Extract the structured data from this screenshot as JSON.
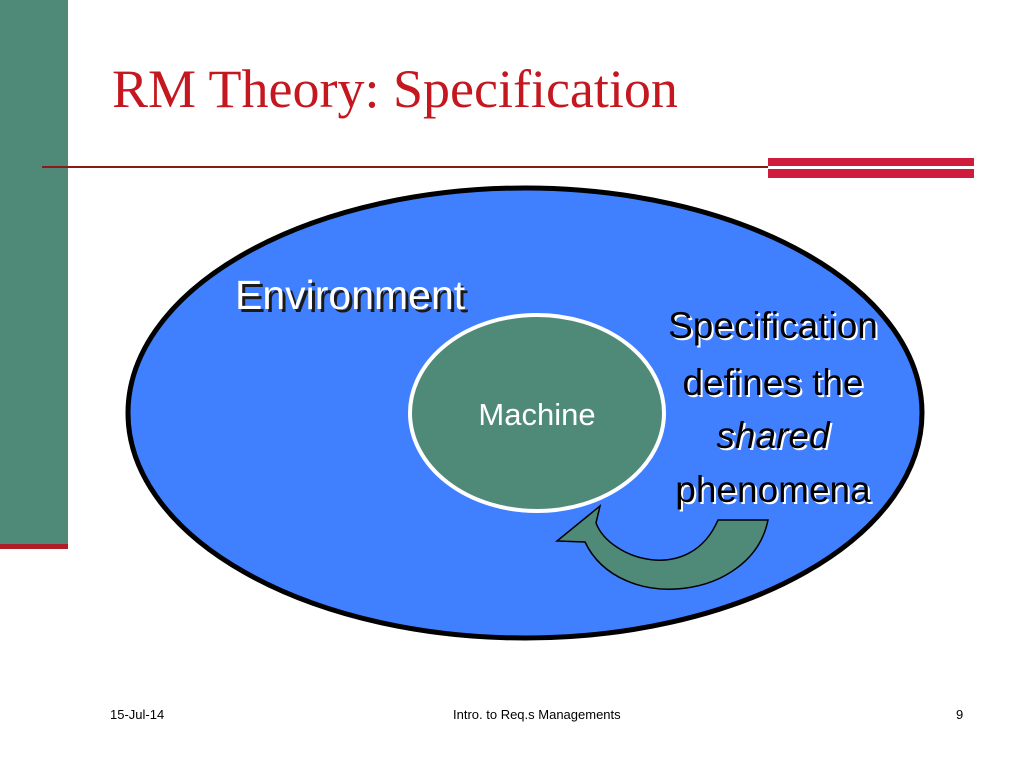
{
  "slide": {
    "title": "RM Theory: Specification"
  },
  "diagram": {
    "environment_label": "Environment",
    "machine_label": "Machine",
    "spec_lines": [
      "Specification",
      "defines the",
      "shared",
      "phenomena"
    ]
  },
  "footer": {
    "date": "15-Jul-14",
    "center": "Intro. to Req.s Managements",
    "page": "9"
  },
  "colors": {
    "environment_fill": "#4080ff",
    "machine_fill": "#4f8a78",
    "title_color": "#c4171f",
    "sidebar": "#4f8a78",
    "accent": "#d01c3c"
  }
}
